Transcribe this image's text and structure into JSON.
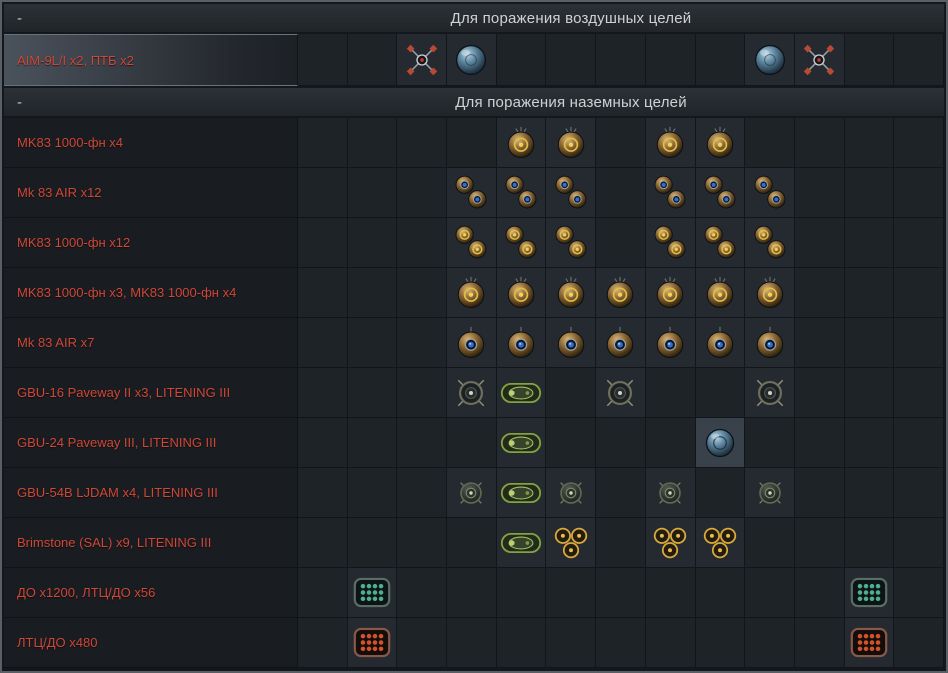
{
  "colors": {
    "label_red": "#cf4736",
    "header_text": "#ced2d6",
    "panel_border": "#5a5f65",
    "selected_row_highlight": "#4a525c",
    "pod_green": "#82a33f",
    "bomb_ring_yellow": "#e3bf47",
    "bomb_dot_blue": "#2f6fd6",
    "dispenser_dot_green": "#4fae8e",
    "dispenser_dot_red": "#d4512d"
  },
  "grid": {
    "columns": 13
  },
  "headers": {
    "air": {
      "collapse": "-",
      "title": "Для поражения воздушных целей"
    },
    "ground": {
      "collapse": "-",
      "title": "Для поражения наземных целей"
    }
  },
  "air_rows": [
    {
      "label": "AIM-9L/I x2,  ПТБ x2",
      "selected": true,
      "cells": [
        {
          "col": 2,
          "icon": "aim9-missile"
        },
        {
          "col": 3,
          "icon": "fuel-tank"
        },
        {
          "col": 9,
          "icon": "fuel-tank"
        },
        {
          "col": 10,
          "icon": "aim9-missile"
        }
      ]
    }
  ],
  "ground_rows": [
    {
      "label": "MK83 1000-фн x4",
      "cells": [
        {
          "col": 4,
          "icon": "bomb-yellow"
        },
        {
          "col": 5,
          "icon": "bomb-yellow"
        },
        {
          "col": 7,
          "icon": "bomb-yellow"
        },
        {
          "col": 8,
          "icon": "bomb-yellow"
        }
      ]
    },
    {
      "label": "Mk 83 AIR x12",
      "cells": [
        {
          "col": 3,
          "icon": "bomb-blue-pair"
        },
        {
          "col": 4,
          "icon": "bomb-blue-pair"
        },
        {
          "col": 5,
          "icon": "bomb-blue-pair"
        },
        {
          "col": 7,
          "icon": "bomb-blue-pair"
        },
        {
          "col": 8,
          "icon": "bomb-blue-pair"
        },
        {
          "col": 9,
          "icon": "bomb-blue-pair"
        }
      ]
    },
    {
      "label": "MK83 1000-фн x12",
      "cells": [
        {
          "col": 3,
          "icon": "bomb-yellow-pair"
        },
        {
          "col": 4,
          "icon": "bomb-yellow-pair"
        },
        {
          "col": 5,
          "icon": "bomb-yellow-pair"
        },
        {
          "col": 7,
          "icon": "bomb-yellow-pair"
        },
        {
          "col": 8,
          "icon": "bomb-yellow-pair"
        },
        {
          "col": 9,
          "icon": "bomb-yellow-pair"
        }
      ]
    },
    {
      "label": "MK83 1000-фн x3,  MK83 1000-фн x4",
      "cells": [
        {
          "col": 3,
          "icon": "bomb-yellow"
        },
        {
          "col": 4,
          "icon": "bomb-yellow"
        },
        {
          "col": 5,
          "icon": "bomb-yellow"
        },
        {
          "col": 6,
          "icon": "bomb-yellow"
        },
        {
          "col": 7,
          "icon": "bomb-yellow"
        },
        {
          "col": 8,
          "icon": "bomb-yellow"
        },
        {
          "col": 9,
          "icon": "bomb-yellow"
        }
      ]
    },
    {
      "label": "Mk 83 AIR x7",
      "cells": [
        {
          "col": 3,
          "icon": "bomb-blue"
        },
        {
          "col": 4,
          "icon": "bomb-blue"
        },
        {
          "col": 5,
          "icon": "bomb-blue"
        },
        {
          "col": 6,
          "icon": "bomb-blue"
        },
        {
          "col": 7,
          "icon": "bomb-blue"
        },
        {
          "col": 8,
          "icon": "bomb-blue"
        },
        {
          "col": 9,
          "icon": "bomb-blue"
        }
      ]
    },
    {
      "label": "GBU-16 Paveway II x3,  LITENING III",
      "cells": [
        {
          "col": 3,
          "icon": "gbu-seeker"
        },
        {
          "col": 4,
          "icon": "targeting-pod"
        },
        {
          "col": 6,
          "icon": "gbu-seeker"
        },
        {
          "col": 9,
          "icon": "gbu-seeker"
        }
      ]
    },
    {
      "label": "GBU-24 Paveway III,  LITENING III",
      "cells": [
        {
          "col": 4,
          "icon": "targeting-pod"
        },
        {
          "col": 8,
          "icon": "gbu24-bomb",
          "hl": true
        }
      ]
    },
    {
      "label": "GBU-54B LJDAM x4,  LITENING III",
      "cells": [
        {
          "col": 3,
          "icon": "gbu54-bomb"
        },
        {
          "col": 4,
          "icon": "targeting-pod"
        },
        {
          "col": 5,
          "icon": "gbu54-bomb"
        },
        {
          "col": 7,
          "icon": "gbu54-bomb"
        },
        {
          "col": 9,
          "icon": "gbu54-bomb"
        }
      ]
    },
    {
      "label": "Brimstone (SAL) x9,  LITENING III",
      "cells": [
        {
          "col": 4,
          "icon": "targeting-pod"
        },
        {
          "col": 5,
          "icon": "brimstone-triple"
        },
        {
          "col": 7,
          "icon": "brimstone-triple"
        },
        {
          "col": 8,
          "icon": "brimstone-triple"
        }
      ]
    },
    {
      "label": "ДО x1200,  ЛТЦ/ДО x56",
      "cells": [
        {
          "col": 1,
          "icon": "dispenser-green"
        },
        {
          "col": 11,
          "icon": "dispenser-green"
        }
      ]
    },
    {
      "label": "ЛТЦ/ДО x480",
      "cells": [
        {
          "col": 1,
          "icon": "dispenser-red"
        },
        {
          "col": 11,
          "icon": "dispenser-red"
        }
      ]
    }
  ]
}
